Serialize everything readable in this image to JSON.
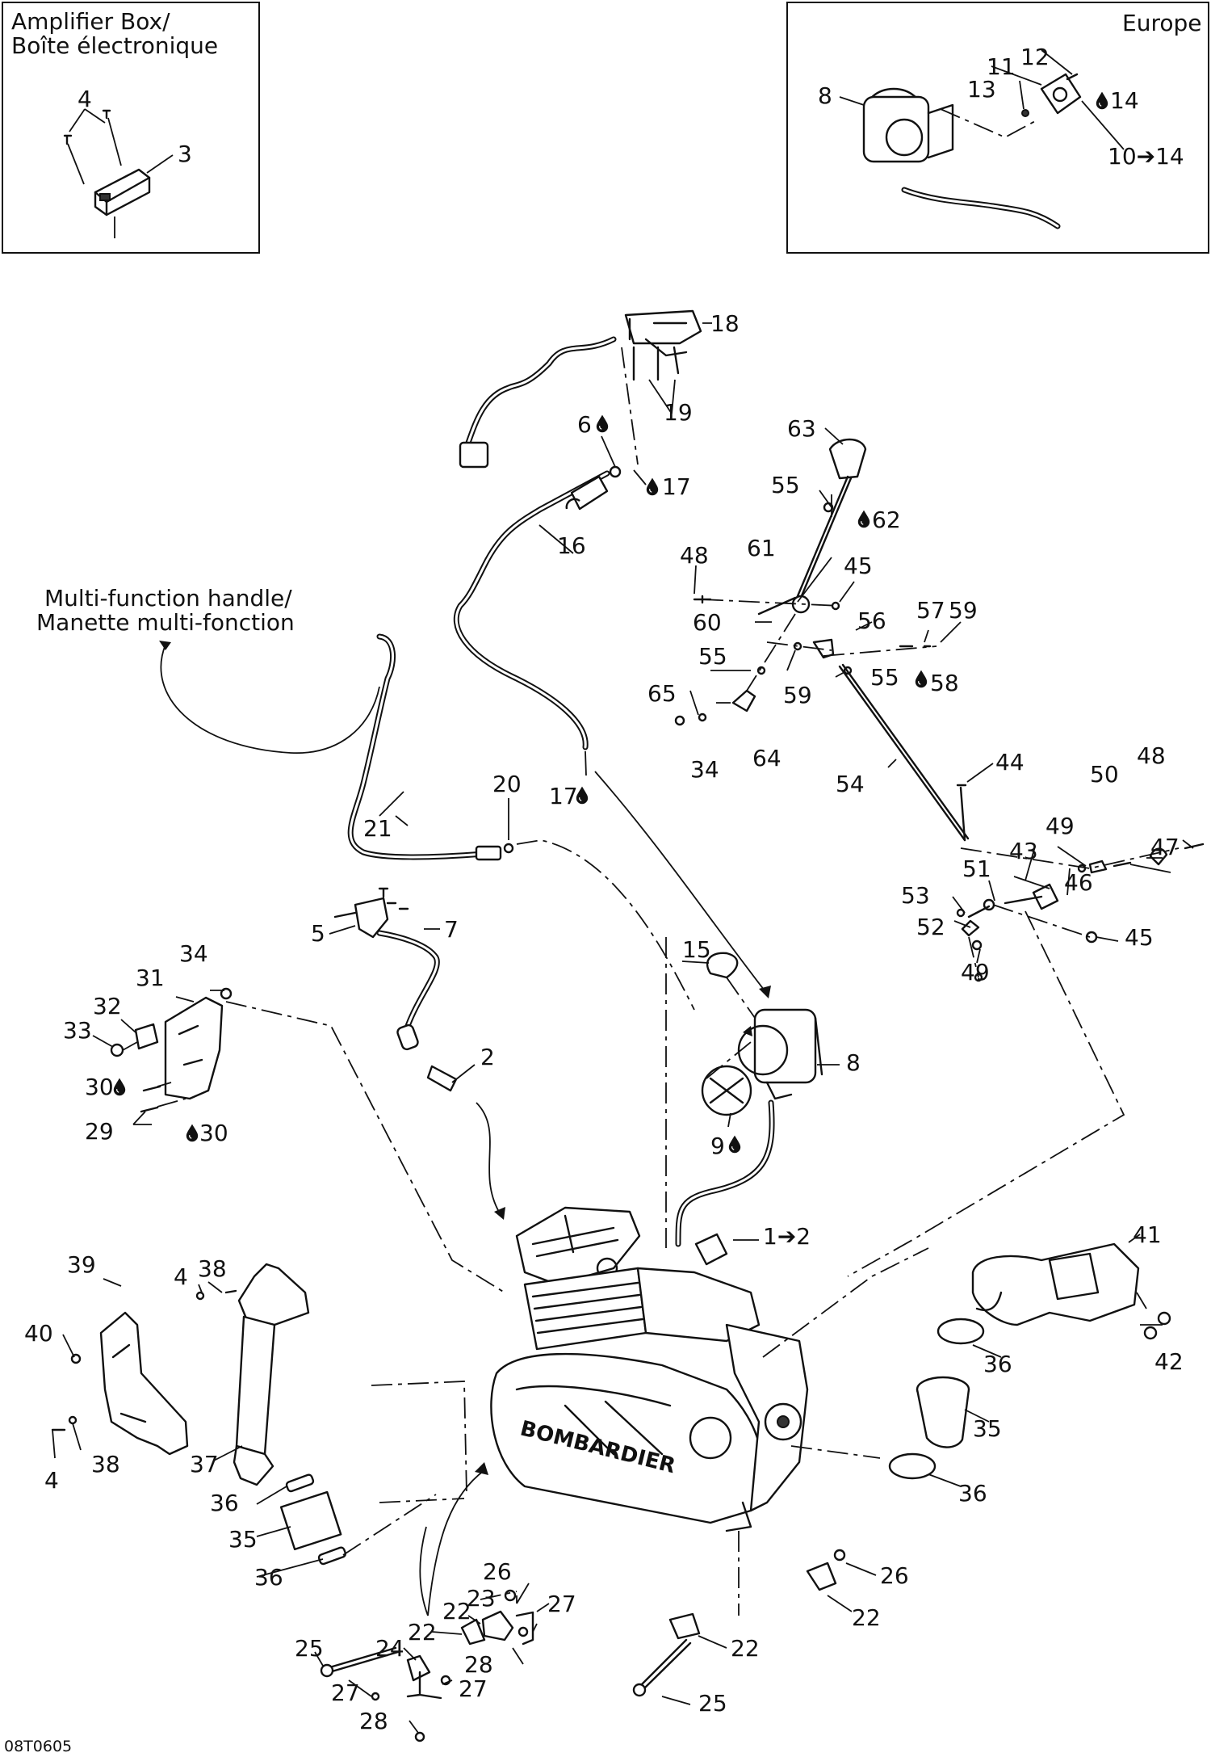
{
  "boxes": {
    "amplifier_title_line1": "Amplifier Box/",
    "amplifier_title_line2": "Boîte électronique",
    "europe_title": "Europe"
  },
  "notes": {
    "multifunction_line1": "Multi-function handle/",
    "multifunction_line2": "Manette multi-fonction"
  },
  "reference_code": "08T0605",
  "callouts": {
    "c1": "1➔2",
    "c2": "2",
    "c3": "3",
    "c4a": "4",
    "c4b": "4",
    "c4c": "4",
    "c5": "5",
    "c6": "6",
    "c7": "7",
    "c8a": "8",
    "c8b": "8",
    "c9": "9",
    "c10": "10➔14",
    "c11": "11",
    "c12": "12",
    "c13": "13",
    "c14": "14",
    "c15": "15",
    "c16": "16",
    "c17a": "17",
    "c17b": "17",
    "c18": "18",
    "c19": "19",
    "c20": "20",
    "c21": "21",
    "c22a": "22",
    "c22b": "22",
    "c22c": "22",
    "c22d": "22",
    "c23": "23",
    "c24": "24",
    "c25a": "25",
    "c25b": "25",
    "c26a": "26",
    "c26b": "26",
    "c27a": "27",
    "c27b": "27",
    "c27c": "27",
    "c28a": "28",
    "c28b": "28",
    "c29": "29",
    "c30a": "30",
    "c30b": "30",
    "c31": "31",
    "c32": "32",
    "c33": "33",
    "c34a": "34",
    "c34b": "34",
    "c35a": "35",
    "c35b": "35",
    "c36a": "36",
    "c36b": "36",
    "c36c": "36",
    "c36d": "36",
    "c37": "37",
    "c38a": "38",
    "c38b": "38",
    "c39": "39",
    "c40": "40",
    "c41": "41",
    "c42": "42",
    "c43": "43",
    "c44": "44",
    "c45a": "45",
    "c45b": "45",
    "c46": "46",
    "c47": "47",
    "c48a": "48",
    "c48b": "48",
    "c49a": "49",
    "c49b": "49",
    "c50": "50",
    "c51": "51",
    "c52": "52",
    "c53": "53",
    "c54": "54",
    "c55a": "55",
    "c55b": "55",
    "c55c": "55",
    "c56": "56",
    "c57": "57",
    "c58": "58",
    "c59a": "59",
    "c59b": "59",
    "c60": "60",
    "c61": "61",
    "c62": "62",
    "c63": "63",
    "c64": "64",
    "c65": "65"
  },
  "engine_brand": "BOMBARDIER",
  "icons": {
    "lubricant": "oil-drop-icon",
    "replacement": "arrow-right-icon"
  }
}
